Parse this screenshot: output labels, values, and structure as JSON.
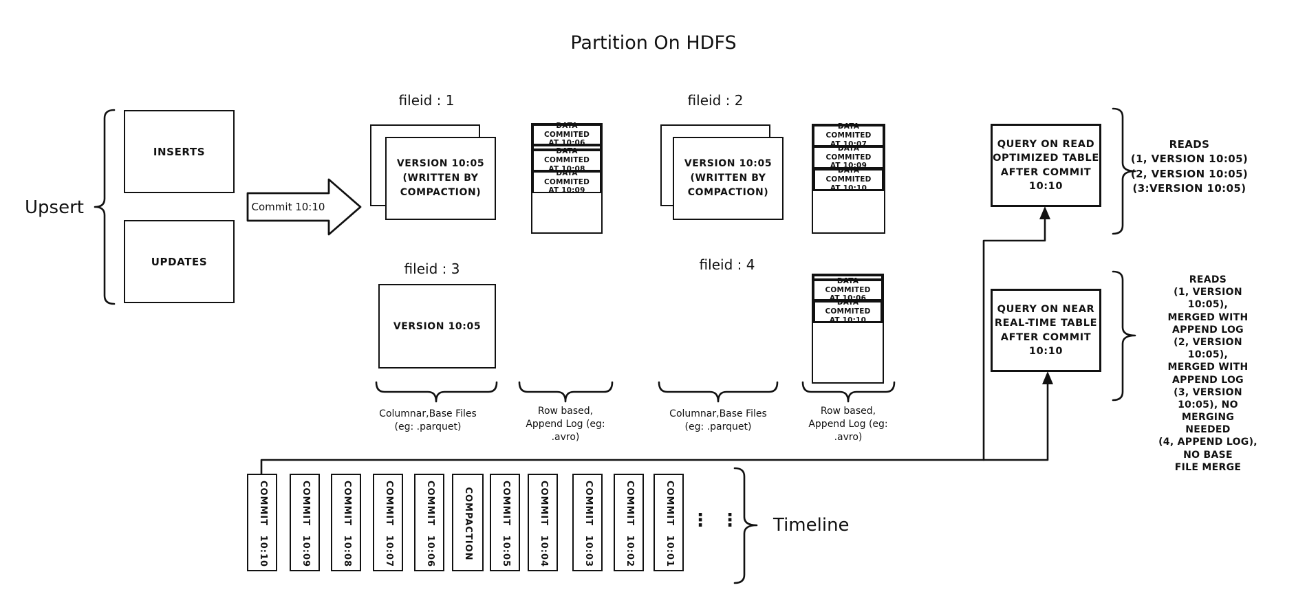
{
  "title": "Partition On HDFS",
  "upsert": {
    "label": "Upsert",
    "inserts_label": "INSERTS",
    "updates_label": "UPDATES",
    "commit_label": "Commit 10:10"
  },
  "file_groups": {
    "fg1": {
      "label": "fileid : 1",
      "base_text": "VERSION 10:05\n(WRITTEN BY\nCOMPACTION)"
    },
    "fg2": {
      "label": "fileid : 2",
      "base_text": "VERSION 10:05\n(WRITTEN BY\nCOMPACTION)"
    },
    "fg3": {
      "label": "fileid : 3",
      "base_text": "VERSION 10:05"
    },
    "fg4": {
      "label": "fileid : 4"
    }
  },
  "logs": {
    "log1": {
      "seg1": "DATA COMMITED\nAT 10:06",
      "seg2": "DATA COMMITED\nAT 10:08",
      "seg3": "DATA COMMITED\nAT 10:09"
    },
    "log2": {
      "seg1": "DATA COMMITED\nAT 10:07",
      "seg2": "DATA COMMITED\nAT 10:09",
      "seg3": "DATA COMMITED\nAT 10:10"
    },
    "log4": {
      "seg1": "DATA COMMITED\nAT 10:06",
      "seg2": "DATA COMMITED\nAT 10:10"
    }
  },
  "captions": {
    "columnar1": "Columnar,Base Files\n(eg: .parquet)",
    "rowbased1": "Row based,\nAppend Log (eg:\n.avro)",
    "columnar2": "Columnar,Base Files\n(eg: .parquet)",
    "rowbased2": "Row based,\nAppend Log (eg:\n.avro)"
  },
  "queries": {
    "read_optimized": {
      "box_text": "QUERY ON READ\nOPTIMIZED TABLE\nAFTER COMMIT\n10:10",
      "reads_text": "READS\n(1, VERSION 10:05)\n(2, VERSION 10:05)\n(3:VERSION 10:05)"
    },
    "near_realtime": {
      "box_text": "QUERY ON NEAR\nREAL-TIME TABLE\nAFTER COMMIT\n10:10",
      "reads_text": "READS\n(1, VERSION 10:05),\nMERGED WITH APPEND LOG\n(2, VERSION 10:05),\nMERGED WITH APPEND LOG\n(3, VERSION 10:05), NO\nMERGING NEEDED\n(4, APPEND LOG), NO BASE\nFILE MERGE"
    }
  },
  "timeline": {
    "label": "Timeline",
    "ellipsis": "⋮",
    "entries": [
      "COMMIT 10:10",
      "COMMIT 10:09",
      "COMMIT 10:08",
      "COMMIT 10:07",
      "COMMIT 10:06",
      "COMPACTION",
      "COMMIT 10:05",
      "COMMIT 10:04",
      "COMMIT 10:03",
      "COMMIT 10:02",
      "COMMIT 10:01"
    ]
  }
}
